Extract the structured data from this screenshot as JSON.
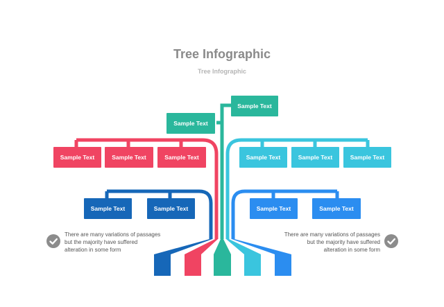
{
  "title": "Tree Infographic",
  "subtitle": "Tree Infographic",
  "colors": {
    "red": "#f04462",
    "teal": "#2ab79c",
    "cyan": "#3ac5de",
    "navy": "#1667b8",
    "blue": "#2b8df0",
    "gray": "#8c8c8c"
  },
  "nodes": {
    "top_right": "Sample Text",
    "top_left": "Sample Text",
    "red_1": "Sample Text",
    "red_2": "Sample Text",
    "red_3": "Sample Text",
    "cyan_1": "Sample Text",
    "cyan_2": "Sample Text",
    "cyan_3": "Sample Text",
    "navy_1": "Sample Text",
    "navy_2": "Sample Text",
    "blue_1": "Sample Text",
    "blue_2": "Sample Text"
  },
  "notes": {
    "left": "There are many variations of passages\n but the majority have  suffered\nalteration in some form",
    "right": "There are many variations of passages\n but the majority have  suffered\nalteration in some form"
  },
  "icons": {
    "left_check": "check-circle-icon",
    "right_check": "check-circle-icon"
  }
}
